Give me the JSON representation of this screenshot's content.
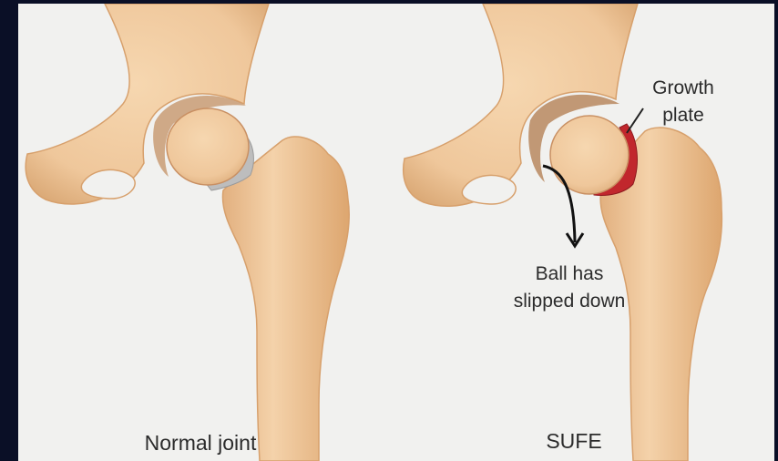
{
  "labels": {
    "normal_joint": "Normal joint",
    "sufe": "SUFE",
    "growth_plate_line1": "Growth",
    "growth_plate_line2": "plate",
    "ball_line1": "Ball has",
    "ball_line2": "slipped down"
  },
  "colors": {
    "background": "#f1f1ef",
    "frame": "#0a0f26",
    "bone": "#efc79b",
    "bone_shadow": "#d8a26f",
    "cartilage": "#bdbdbd",
    "growth_plate": "#c1272d",
    "text": "#2b2b2b"
  }
}
